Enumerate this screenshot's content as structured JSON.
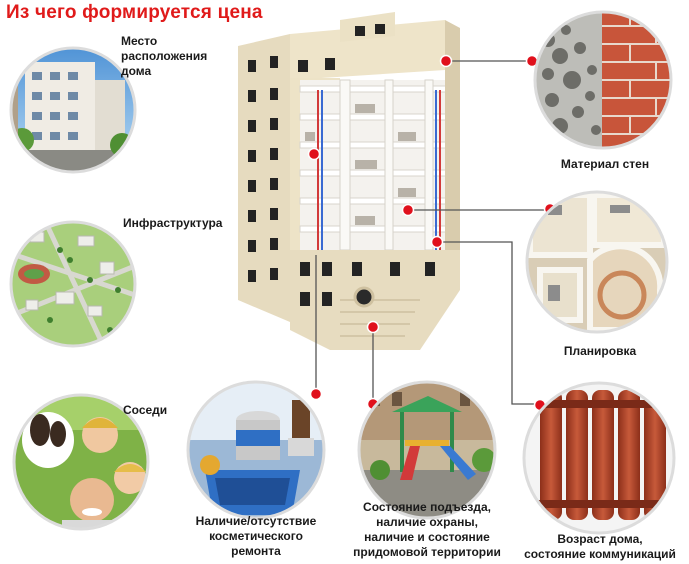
{
  "title": "Из чего формируется цена",
  "factors": {
    "location": [
      "Место",
      "расположения",
      "дома"
    ],
    "infrastructure": [
      "Инфраструктура"
    ],
    "neighbors": [
      "Соседи"
    ],
    "walls": [
      "Материал стен"
    ],
    "layout": [
      "Планировка"
    ],
    "repair": [
      "Наличие/отсутствие",
      "косметического",
      "ремонта"
    ],
    "entrance": [
      "Состояние подъезда,",
      "наличие охраны,",
      "наличие и состояние",
      "придомовой территории"
    ],
    "age": [
      "Возраст дома,",
      "состояние коммуникаций"
    ]
  },
  "colors": {
    "accent": "#e01a1a",
    "marker": "#e0101c",
    "line": "#555555",
    "facade": "#e8dcc0",
    "wall": "#f3f1ec",
    "brick": "#c8553a",
    "radiator": "#b3492d"
  }
}
